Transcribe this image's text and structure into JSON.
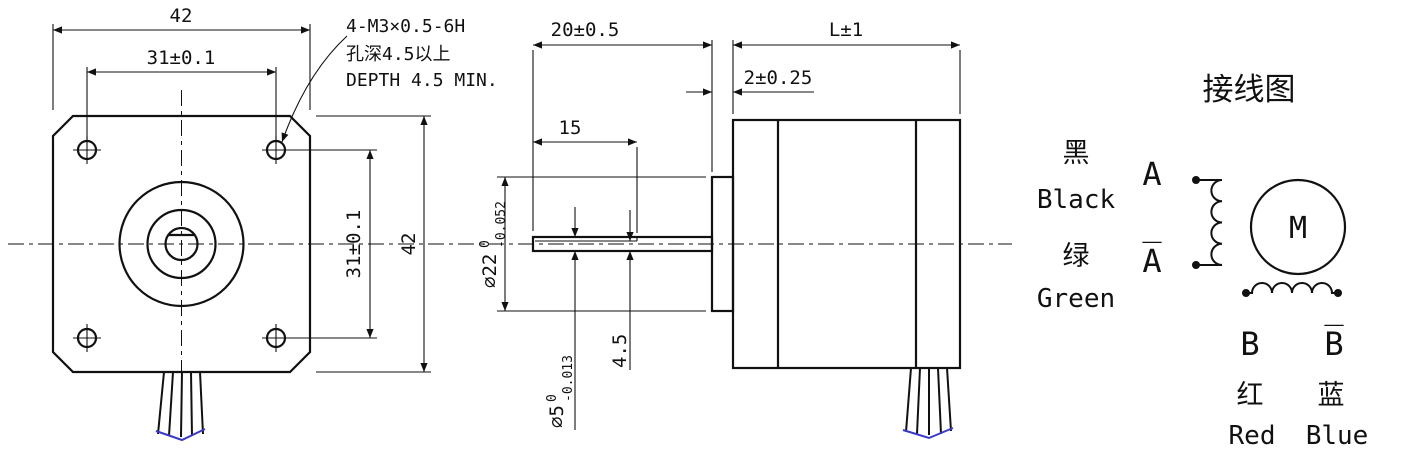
{
  "front_view": {
    "dim_width": "42",
    "dim_hole_pitch_h": "31±0.1",
    "dim_hole_pitch_v": "31±0.1",
    "dim_height": "42",
    "tap_note_line1": "4-M3×0.5-6H",
    "tap_note_line2": "孔深4.5以上",
    "tap_note_line3": "DEPTH 4.5 MIN."
  },
  "side_view": {
    "dim_shaft_length": "20±0.5",
    "dim_body_length": "L±1",
    "dim_pilot_height": "2±0.25",
    "dim_flat_length": "15",
    "dim_pilot_dia": "⌀22",
    "dim_pilot_dia_tol_upper": "0",
    "dim_pilot_dia_tol_lower": "-0.052",
    "dim_shaft_dia": "⌀5",
    "dim_shaft_dia_tol_upper": "0",
    "dim_shaft_dia_tol_lower": "-0.013",
    "dim_flat_height": "4.5"
  },
  "wiring_diagram": {
    "title": "接线图",
    "lead_a": {
      "cn": "黑",
      "en": "Black",
      "phase": "A"
    },
    "lead_a_bar": {
      "cn": "绿",
      "en": "Green",
      "phase": "A̅"
    },
    "motor": "M",
    "lead_b": {
      "phase": "B",
      "cn": "红",
      "en": "Red"
    },
    "lead_b_bar": {
      "phase": "B̅",
      "cn": "蓝",
      "en": "Blue"
    }
  }
}
